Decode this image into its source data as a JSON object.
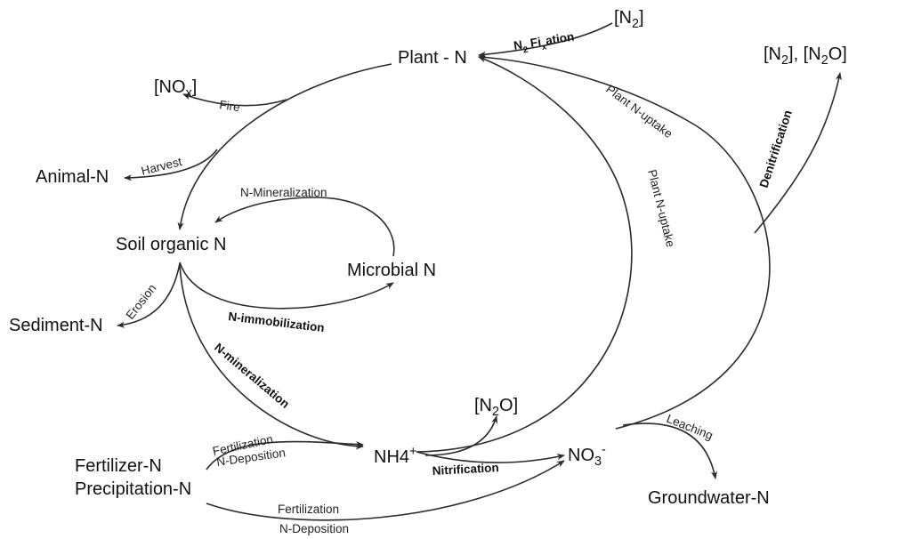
{
  "nodes": {
    "plant_n": "Plant - N",
    "n2_top": "[N2]",
    "n2_n2o": "[N2], [N2O]",
    "nox": "[NOx]",
    "animal_n": "Animal-N",
    "soil_organic_n": "Soil organic N",
    "microbial_n": "Microbial N",
    "sediment_n": "Sediment-N",
    "nh4": "NH4+",
    "n2o": "[N2O]",
    "no3": "NO3-",
    "fertilizer_n": "Fertilizer-N",
    "precipitation_n": "Precipitation-N",
    "groundwater_n": "Groundwater-N"
  },
  "edges": {
    "n2_fixation": "N2 Fixation",
    "fire": "Fire",
    "harvest": "Harvest",
    "n_mineralization_top": "N-Mineralization",
    "erosion": "Erosion",
    "n_immobilization": "N-immobilization",
    "n_mineralization": "N-mineralization",
    "nitrification": "Nitrification",
    "plant_uptake_outer": "Plant N-uptake",
    "plant_uptake_inner": "Plant N-uptake",
    "denitrification": "Denitrification",
    "leaching": "Leaching",
    "fertilization_1": "Fertilization",
    "n_deposition_1": "N-Deposition",
    "fertilization_2": "Fertilization",
    "n_deposition_2": "N-Deposition"
  }
}
